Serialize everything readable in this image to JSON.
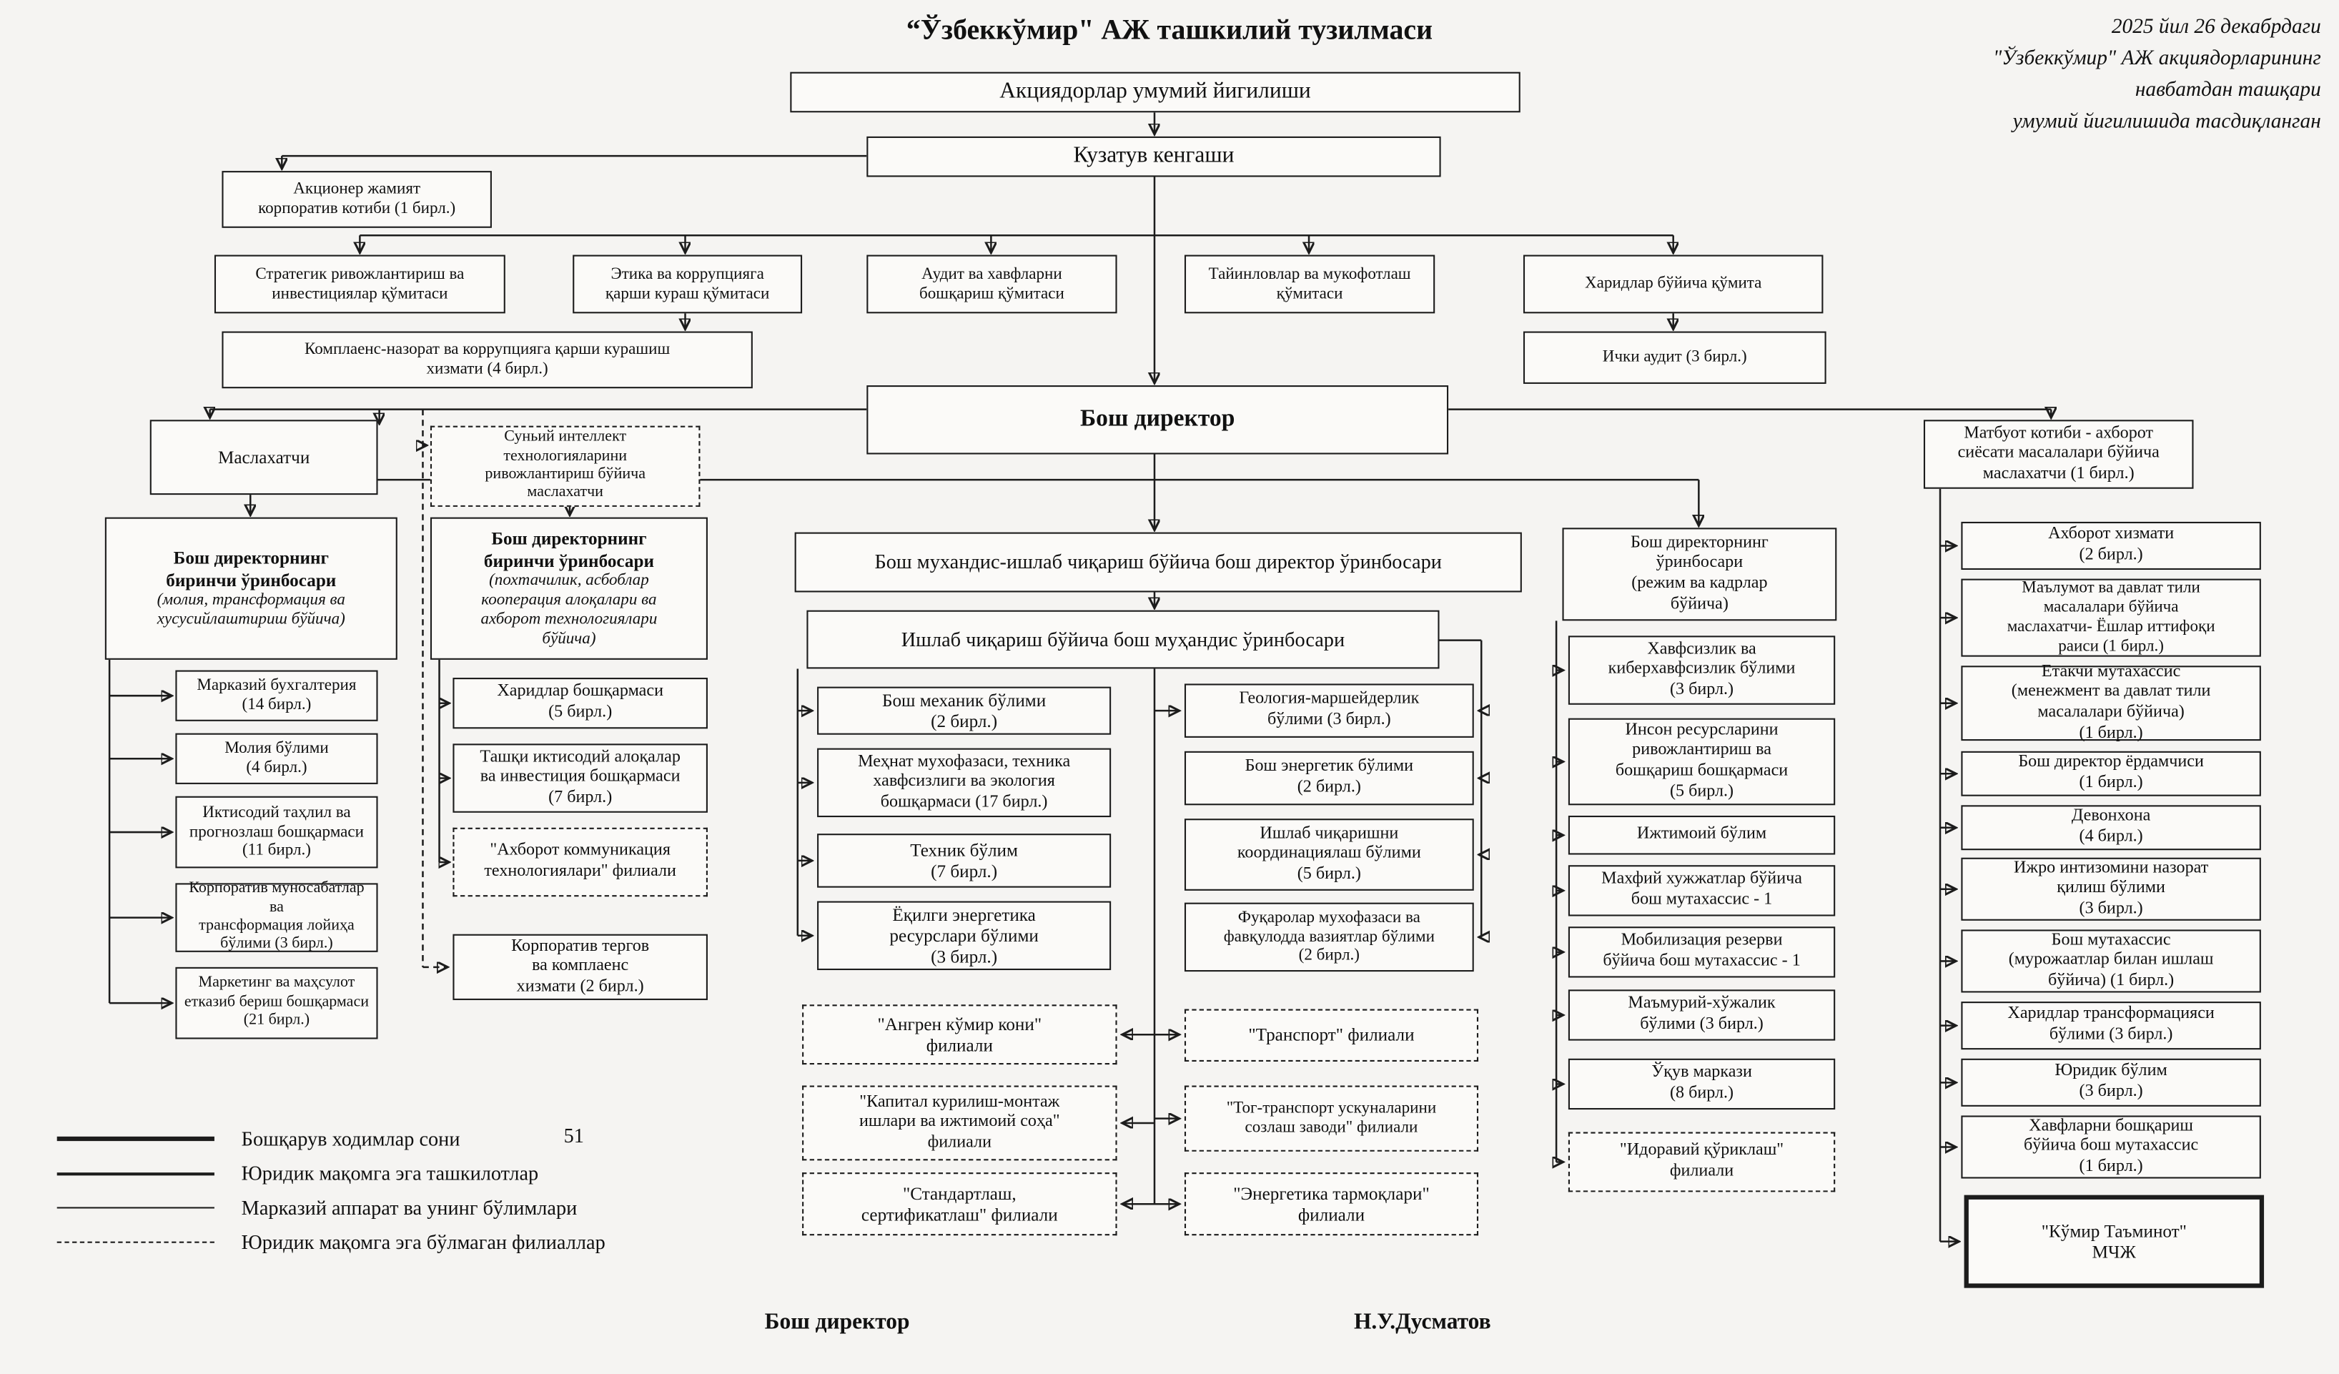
{
  "header": {
    "title": "“Ўзбеккўмир\" АЖ ташкилий тузилмаси",
    "note": "2025 йил 26 декабрдаги\n\"Ўзбеккўмир\" АЖ акциядорларининг\nнавбатдан ташқари\nумумий йигилишида тасдиқланган"
  },
  "nodes": {
    "shareholders": {
      "label": "Акциядорлар умумий йигилиши"
    },
    "supervisory": {
      "label": "Кузатув кенгаши"
    },
    "corp_secretary": {
      "label": "Акционер жамият\nкорпоратив котиби (1 бирл.)"
    },
    "committee_strategy": {
      "label": "Стратегик ривожлантириш ва\nинвестициялар қўмитаси"
    },
    "committee_ethics": {
      "label": "Этика ва коррупцияга\nқарши кураш қўмитаси"
    },
    "committee_audit": {
      "label": "Аудит ва хавфларни\nбошқариш қўмитаси"
    },
    "committee_appoint": {
      "label": "Тайинловлар ва мукофотлаш\nқўмитаси"
    },
    "committee_procure": {
      "label": "Харидлар бўйича қўмита"
    },
    "compliance_service": {
      "label": "Комплаенс-назорат ва коррупцияга қарши курашиш\nхизмати  (4 бирл.)"
    },
    "internal_audit": {
      "label": "Ички аудит  (3 бирл.)"
    },
    "ceo": {
      "label": "Бош директор"
    },
    "advisor": {
      "label": "Маслахатчи"
    },
    "ai_advisor": {
      "label": "Суньий интеллект\nтехнологияларини\nривожлантириш бўйича\nмаслахатчи"
    },
    "press_secretary": {
      "label": "Матбуот котиби - ахборот\nсиёсати масалалари бўйича\nмаслахатчи  (1 бирл.)"
    },
    "deputy1": {
      "title": "Бош директорнинг\nбиринчи ўринбосари",
      "subtitle": "(молия, трансформация ва\nхусусийлаштириш бўйича)"
    },
    "deputy2": {
      "title": "Бош директорнинг\nбиринчи ўринбосари",
      "subtitle": "(похтачилик, асбоблар\nкооперация алоқалари ва\nахборот технологиялари\nбўйича)"
    },
    "chief_engineer": {
      "label": "Бош мухандис-ишлаб чиқариш бўйича бош директор ўринбосари"
    },
    "deputy_hr": {
      "label": "Бош директорнинг\nўринбосари\n(режим ва кадрлар\nбўйича)"
    },
    "production_deputy": {
      "label": "Ишлаб чиқариш бўйича бош муҳандис ўринбосари"
    },
    "accounting": {
      "label": "Марказий бухгалтерия\n(14 бирл.)"
    },
    "finance": {
      "label": "Молия бўлими\n(4 бирл.)"
    },
    "econ": {
      "label": "Иктисодий таҳлил ва\nпрогнозлаш бошқармаси\n(11 бирл.)"
    },
    "corp_rel": {
      "label": "Корпоратив муносабатлар ва\nтрансформация лойиҳа\nбўлими (3 бирл.)"
    },
    "marketing": {
      "label": "Маркетинг ва маҳсулот\nетказиб бериш бошқармаси\n(21 бирл.)"
    },
    "procurement_dept": {
      "label": "Харидлар бошқармаси\n(5 бирл.)"
    },
    "foreign_econ": {
      "label": "Ташқи иктисодий алоқалар\nва инвестиция бошқармаси\n(7 бирл.)"
    },
    "ict_branch": {
      "label": "\"Ахборот коммуникация\nтехнологиялари\" филиали"
    },
    "corp_investigation": {
      "label": "Корпоратив тергов\nва комплаенс\nхизмати (2 бирл.)"
    },
    "chief_mechanic": {
      "label": "Бош механик бўлими\n(2 бирл.)"
    },
    "labor_safety": {
      "label": "Меҳнат мухофазаси, техника\nхавфсизлиги ва экология\nбошқармаси  (17 бирл.)"
    },
    "tech_dept": {
      "label": "Техник бўлим\n(7 бирл.)"
    },
    "fuel_energy": {
      "label": "Ёқилги энергетика\nресурслари бўлими\n(3 бирл.)"
    },
    "geology": {
      "label": "Геология-маршейдерлик\nбўлими (3 бирл.)"
    },
    "chief_energy": {
      "label": "Бош энергетик бўлими\n(2 бирл.)"
    },
    "prod_coord": {
      "label": "Ишлаб чиқаришни\nкоординациялаш бўлими\n(5 бирл.)"
    },
    "civil_protection": {
      "label": "Фуқаролар мухофазаси ва\nфавқулодда вазиятлар бўлими\n(2 бирл.)"
    },
    "angren": {
      "label": "\"Ангрен кўмир кони\"\nфилиали"
    },
    "capital_constr": {
      "label": "\"Капитал курилиш-монтаж\nишлари ва ижтимоий соҳа\"\nфилиали"
    },
    "standard": {
      "label": "\"Стандартлаш,\nсертификатлаш\" филиали"
    },
    "transport": {
      "label": "\"Транспорт\" филиали"
    },
    "mining_transport": {
      "label": "\"Тог-транспорт ускуналарини\nсозлаш заводи\" филиали"
    },
    "energy_networks": {
      "label": "\"Энергетика тармоқлари\"\nфилиали"
    },
    "security": {
      "label": "Хавфсизлик ва\nкиберхавфсизлик бўлими\n(3 бирл.)"
    },
    "hr_dev": {
      "label": "Инсон ресурсларини\nривожлантириш ва\nбошқариш бошқармаси\n(5 бирл.)"
    },
    "social": {
      "label": "Ижтимоий бўлим"
    },
    "secret_docs": {
      "label": "Махфий хужжатлар бўйича\nбош мутахассис - 1"
    },
    "mobilization": {
      "label": "Мобилизация резерви\nбўйича бош мутахассис - 1"
    },
    "admin_household": {
      "label": "Маъмурий-хўжалик\nбўлими (3 бирл.)"
    },
    "training": {
      "label": "Ўқув маркази\n(8 бирл.)"
    },
    "office_guard": {
      "label": "\"Идоравий қўриклаш\"\nфилиали"
    },
    "info_service": {
      "label": "Ахборот хизмати\n(2 бирл.)"
    },
    "state_lang_advisor": {
      "label": "Маълумот ва давлат тили\nмасалалари бўйича\nмаслахатчи- Ёшлар иттифоқи\nраиси (1 бирл.)"
    },
    "leading_specialist": {
      "label": "Етакчи мутахассис\n(менежмент ва давлат тили\nмасалалари бўйича)\n(1 бирл.)"
    },
    "ceo_assistant": {
      "label": "Бош директор ёрдамчиси\n(1 бирл.)"
    },
    "chancellery": {
      "label": "Девонхона\n(4 бирл.)"
    },
    "discipline": {
      "label": "Ижро интизомини назорат\nқилиш бўлими\n(3 бирл.)"
    },
    "appeals_specialist": {
      "label": "Бош мутахассис\n(мурожаатлар билан ишлаш\nбўйича) (1 бирл.)"
    },
    "procurement_transform": {
      "label": "Харидлар трансформацияси\nбўлими (3 бирл.)"
    },
    "legal": {
      "label": "Юридик бўлим\n(3 бирл.)"
    },
    "risk_specialist": {
      "label": "Хавфларни бошқариш\nбўйича бош мутахассис\n(1 бирл.)"
    },
    "kumir_taminot": {
      "label": "\"Кўмир Таъминот\"\nМЧЖ"
    }
  },
  "legend": {
    "items": [
      {
        "label": "Бошқарув ходимлар сони"
      },
      {
        "label": "Юридик мақомга эга ташкилотлар"
      },
      {
        "label": "Марказий аппарат ва унинг бўлимлари"
      },
      {
        "label": "Юридик мақомга эга бўлмаган филиаллар"
      }
    ],
    "value": "51"
  },
  "footer": {
    "left": "Бош директор",
    "right": "Н.У.Дусматов"
  }
}
